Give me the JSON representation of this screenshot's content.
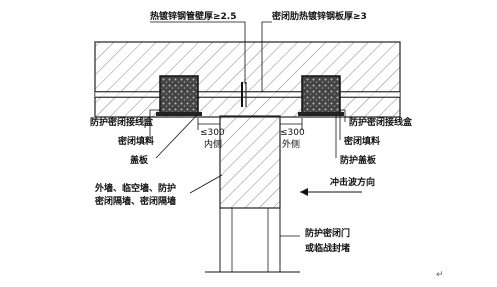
{
  "labels": {
    "pipe_wall": "热镀锌钢管壁厚≥2.5",
    "sealing_rib_plate": "密闭肋热镀锌钢板厚≥3",
    "junction_box_left": "防护密闭接线盒",
    "sealing_filler_left": "密闭填料",
    "cover_plate_left": "盖板",
    "dim_left": "≤300",
    "inner_side": "内侧",
    "dim_right": "≤300",
    "outer_side": "外侧",
    "junction_box_right": "防护密闭接线盒",
    "sealing_filler_right": "密闭填料",
    "cover_plate_right": "防护盖板",
    "shock_wave": "冲击波方向",
    "wall_types": [
      "外墙、临空墙、防护",
      "密闭隔墙、密闭隔墙"
    ],
    "door_label": [
      "防护密闭门",
      "或临战封堵"
    ],
    "paragraph_mark": "↵"
  }
}
